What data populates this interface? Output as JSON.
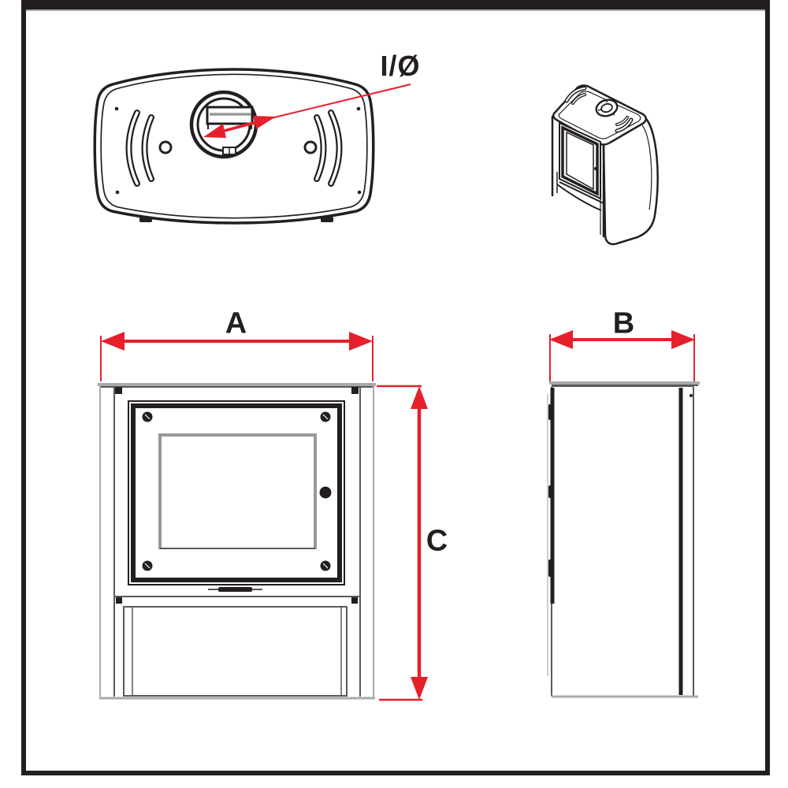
{
  "drawing": {
    "labels": {
      "width": "A",
      "depth": "B",
      "height": "C",
      "flue_diameter": "I/Ø"
    },
    "colors": {
      "dimension_red": "#e5202b",
      "line_black": "#231f20",
      "dark_gray": "#58595b",
      "glass_gray": "#97999c",
      "panel_gray": "#a7a9ac",
      "light_gray": "#bcbec0"
    }
  }
}
